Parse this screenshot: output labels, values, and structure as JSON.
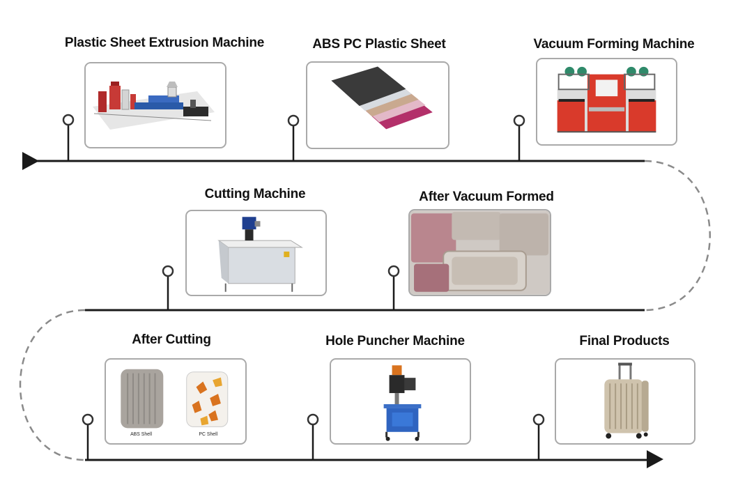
{
  "steps": [
    {
      "title": "Plastic Sheet Extrusion Machine",
      "icon": "extrusion-machine-image"
    },
    {
      "title": "ABS PC Plastic Sheet",
      "icon": "plastic-sheets-image"
    },
    {
      "title": "Vacuum Forming Machine",
      "icon": "vacuum-forming-machine-image"
    },
    {
      "title": "Cutting Machine",
      "icon": "cutting-machine-image"
    },
    {
      "title": "After Vacuum Formed",
      "icon": "vacuum-formed-shells-image"
    },
    {
      "title": "After Cutting",
      "icon": "cut-shells-image",
      "labels": [
        "ABS Shell",
        "PC Shell"
      ]
    },
    {
      "title": "Hole Puncher Machine",
      "icon": "hole-puncher-machine-image"
    },
    {
      "title": "Final Products",
      "icon": "suitcase-image"
    }
  ],
  "colors": {
    "line": "#1a1a1a",
    "dash": "#8a8a8a",
    "card_border": "#a9a9a9",
    "machine_red": "#d93a2b"
  }
}
